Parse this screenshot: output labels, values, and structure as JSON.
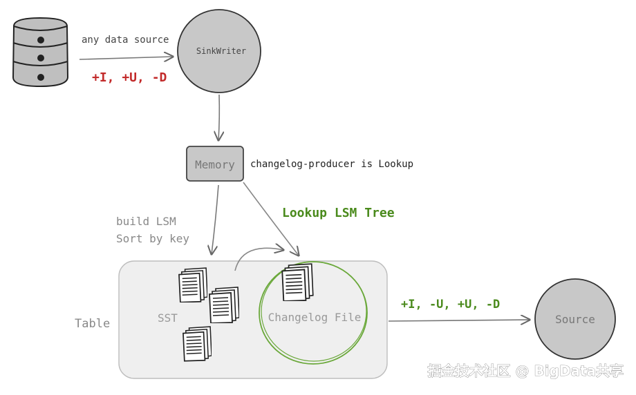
{
  "diagram": {
    "db_edge_label": "any data source",
    "db_edge_ops": "+I, +U, -D",
    "sinkwriter_label": "SinkWriter",
    "memory_label": "Memory",
    "memory_note": "changelog-producer is Lookup",
    "lookup_label": "Lookup LSM Tree",
    "build_label_line1": "build LSM",
    "build_label_line2": "Sort by key",
    "table_label": "Table",
    "sst_label": "SST",
    "changelog_label": "Changelog File",
    "source_edge_ops": "+I, -U, +U, -D",
    "source_label": "Source"
  },
  "watermark": "掘金技术社区 @ BigData共享",
  "colors": {
    "red": "#c22a2a",
    "green": "#4a8a1c",
    "circle_fill": "#c8c8c8",
    "table_fill": "#efefef",
    "stroke": "#2d2d2d"
  }
}
